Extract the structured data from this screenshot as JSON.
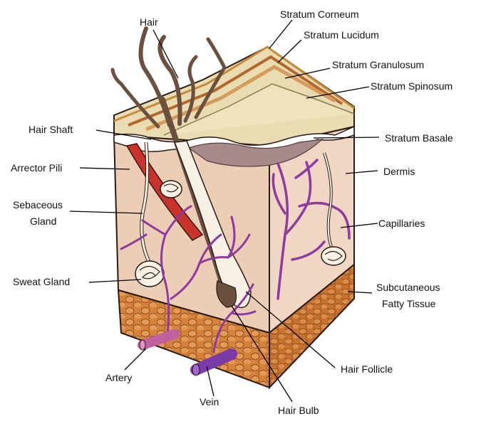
{
  "labels": {
    "hair": "Hair",
    "stratum_corneum": "Stratum Corneum",
    "stratum_lucidum": "Stratum Lucidum",
    "stratum_granulosum": "Stratum Granulosum",
    "stratum_spinosum": "Stratum Spinosum",
    "hair_shaft": "Hair Shaft",
    "stratum_basale": "Stratum Basale",
    "arrector_pili": "Arrector Pili",
    "dermis": "Dermis",
    "sebaceous_gland_line1": "Sebaceous",
    "sebaceous_gland_line2": "Gland",
    "capillaries": "Capillaries",
    "sweat_gland": "Sweat Gland",
    "subcutaneous_line1": "Subcutaneous",
    "subcutaneous_line2": "Fatty Tissue",
    "hair_follicle": "Hair Follicle",
    "artery": "Artery",
    "vein": "Vein",
    "hair_bulb": "Hair Bulb"
  },
  "colors": {
    "epidermis_top": "#e9dcb3",
    "dermis": "#eccdb6",
    "dermis_side": "#f1d7c3",
    "fat": "#d5823c",
    "stratum_basale_band": "#a78a8c",
    "arrector_pili": "#c8332b",
    "hair": "#6b5040",
    "capillaries": "#8e3aa0",
    "artery": "#c060a0",
    "vein": "#7a3aa8",
    "gland": "#f6f1e4"
  }
}
